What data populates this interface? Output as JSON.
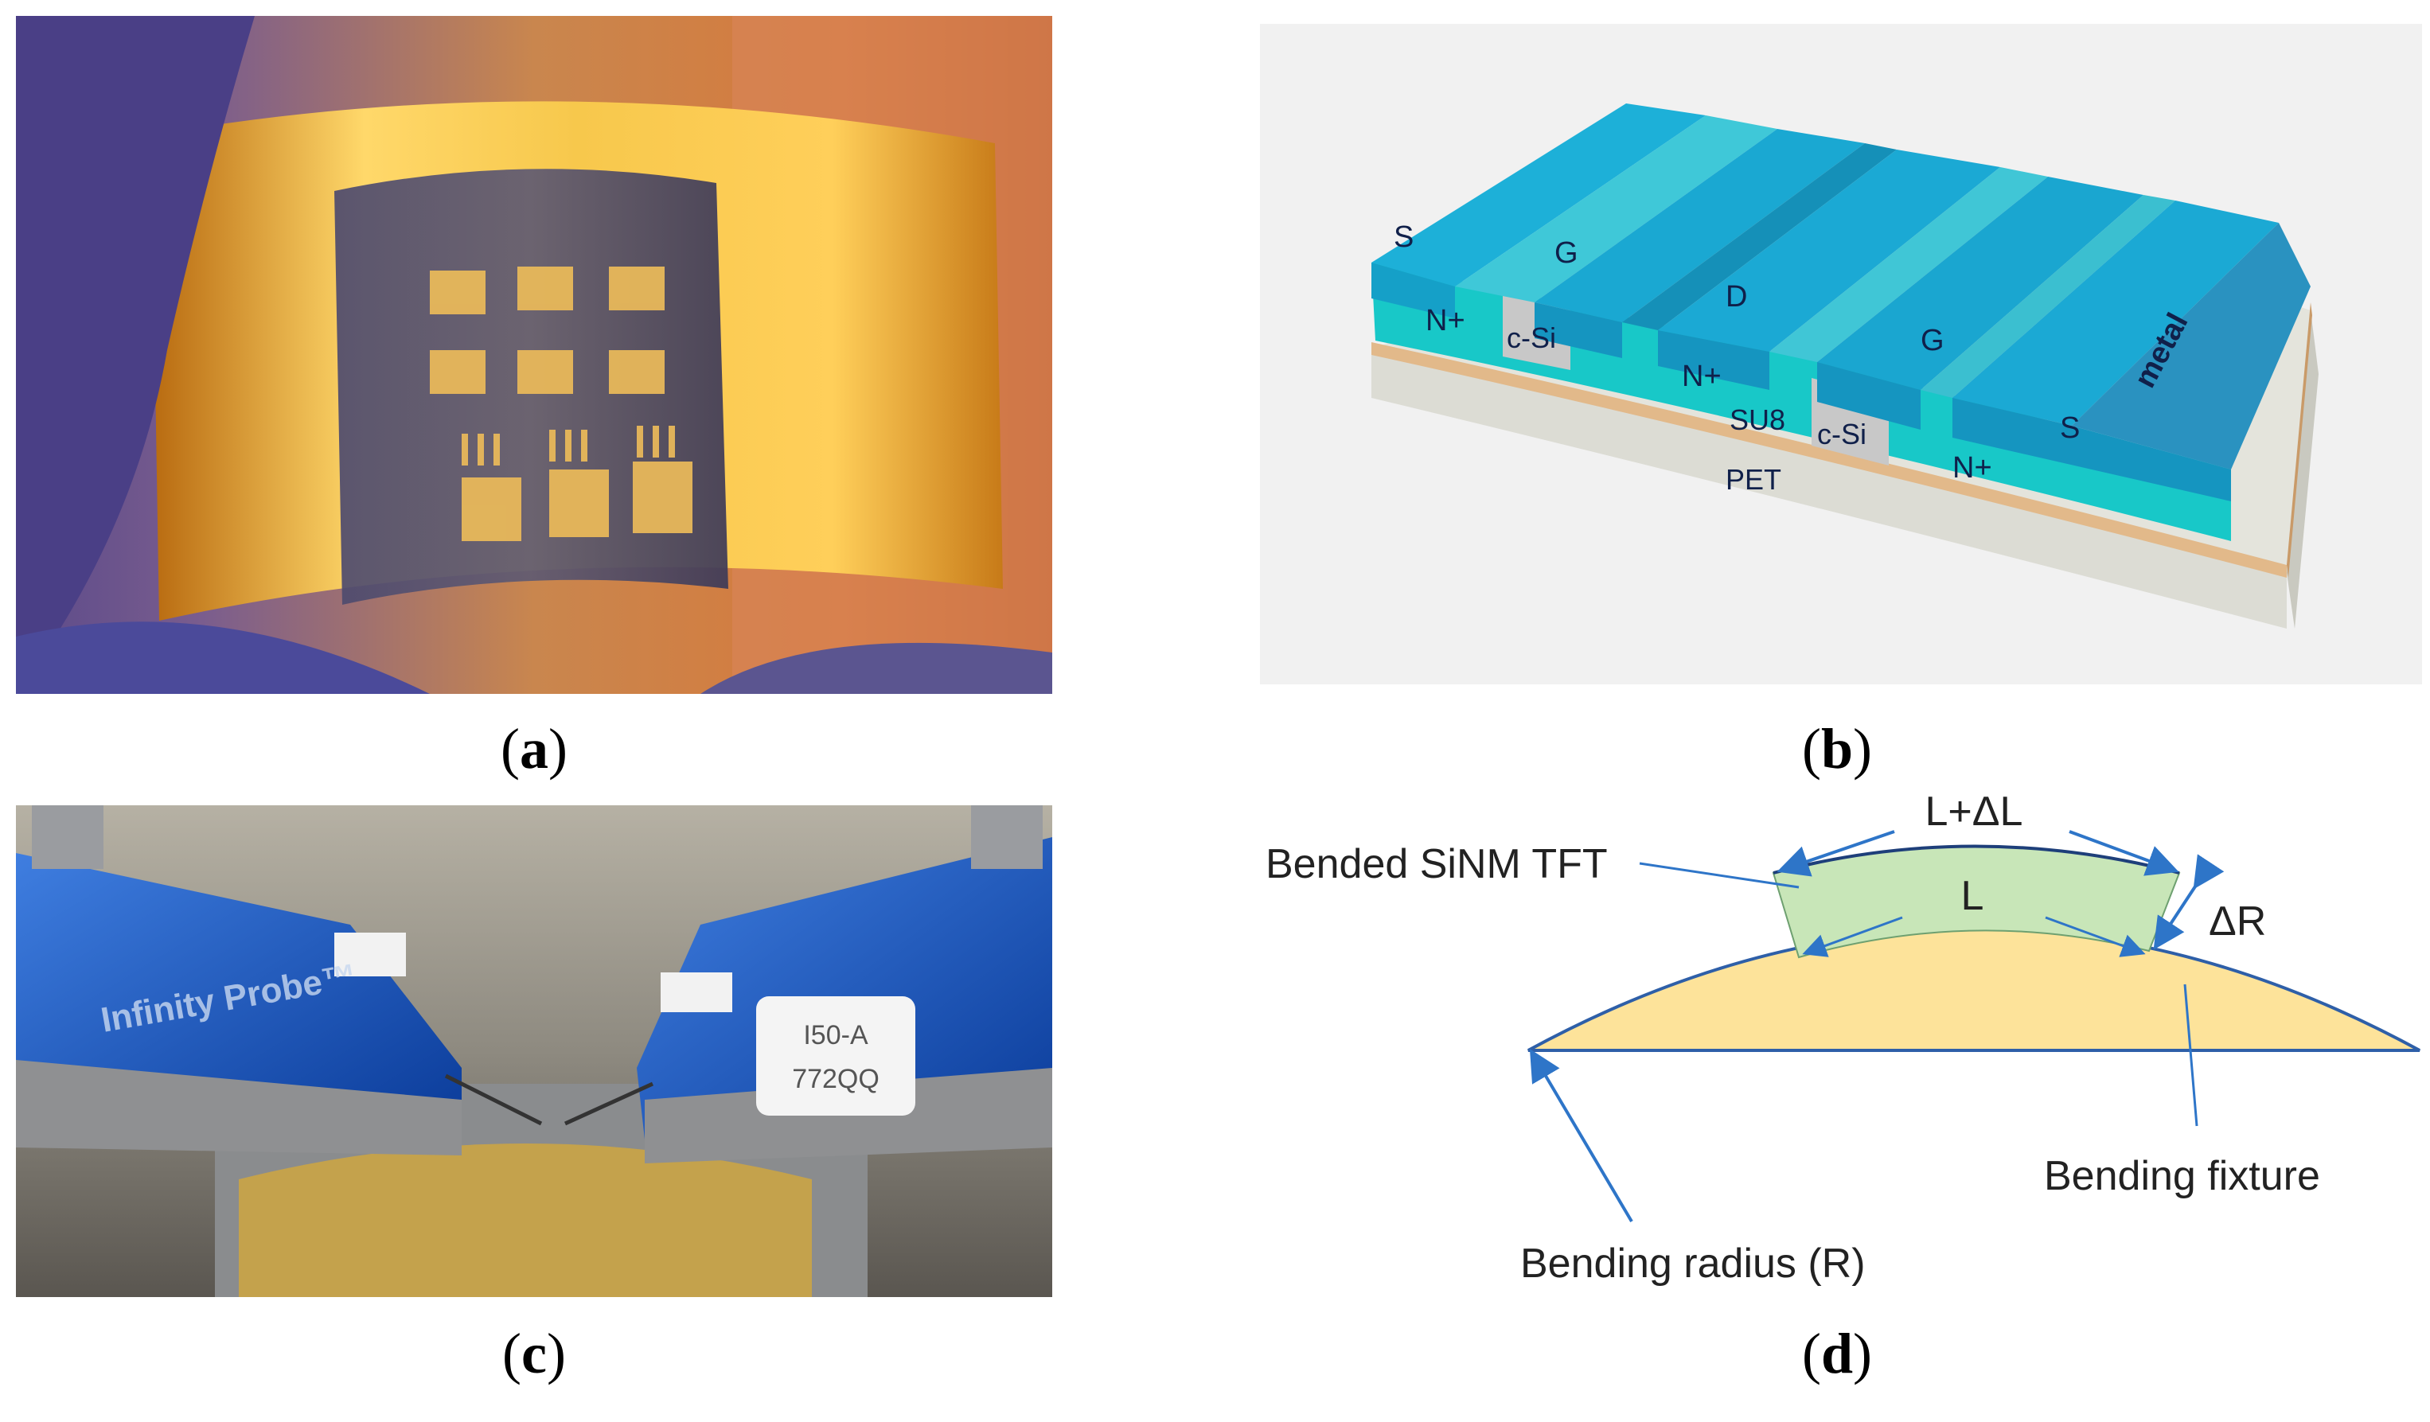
{
  "captions": {
    "a": "a",
    "b": "b",
    "c": "c",
    "d": "d"
  },
  "panel_b": {
    "labels": {
      "S_left": "S",
      "G_left": "G",
      "D": "D",
      "G_right": "G",
      "metal": "metal",
      "S_right": "S",
      "Nplus_left": "N+",
      "cSi_left": "c-Si",
      "Nplus_mid": "N+",
      "SU8": "SU8",
      "cSi_right": "c-Si",
      "Nplus_right": "N+",
      "PET": "PET"
    }
  },
  "panel_c": {
    "probe_left_text": "Infinity Probe™",
    "probe_right_tag_line1": "I50-A",
    "probe_right_tag_line2": "772QQ"
  },
  "panel_d": {
    "labels": {
      "length_top": "L+ΔL",
      "length": "L",
      "delta_r": "ΔR",
      "tft": "Bended SiNM TFT",
      "fixture": "Bending fixture",
      "radius": "Bending radius (R)"
    },
    "colors": {
      "tft_fill": "#c8e6b8",
      "fixture_fill": "#fde39a",
      "arrow": "#2e75c8"
    }
  }
}
